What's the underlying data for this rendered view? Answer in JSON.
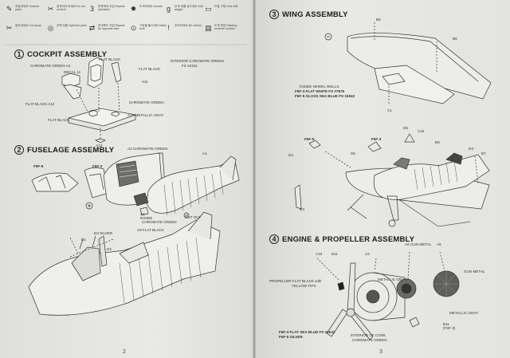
{
  "legend": {
    "items": [
      {
        "icon": "✎",
        "text": "조립하세요 Cement parts"
      },
      {
        "icon": "✂",
        "text": "접착하지 마세요 Do not cement"
      },
      {
        "icon": "3",
        "text": "반복하여 조립 Repeat operation"
      },
      {
        "icon": "✹",
        "text": "도색하세요 Decals"
      },
      {
        "icon": "g",
        "text": "무게 추를 넣으세요 Add weight"
      },
      {
        "icon": "▭",
        "text": "드릴 구멍 Hole drill"
      },
      {
        "icon": "✂",
        "text": "잘라내세요 Cut away"
      },
      {
        "icon": "◎",
        "text": "선택 부품 Optional parts"
      },
      {
        "icon": "⇄",
        "text": "반대쪽도 조립 Repeat for opposite side"
      },
      {
        "icon": "⊙",
        "text": "구멍을 뚫으세요 Make hole"
      },
      {
        "icon": "!",
        "text": "주의하세요 Be careful"
      },
      {
        "icon": "▤",
        "text": "도색 번호 Painting scheme number"
      }
    ]
  },
  "sections": {
    "s1": {
      "num": "1",
      "title": "COCKPIT ASSEMBLY"
    },
    "s2": {
      "num": "2",
      "title": "FUSELAGE ASSEMBLY"
    },
    "s3": {
      "num": "3",
      "title": "WING ASSEMBLY"
    },
    "s4": {
      "num": "4",
      "title": "ENGINE & PROPELLER ASSEMBLY"
    }
  },
  "labels": {
    "flat_black_1": "FLAT BLACK",
    "chromate_green_a4": "CHROMATE GREEN A4",
    "decal_11": "DECAL 11",
    "flat_black_2": "FLAT BLACK",
    "interior_chromate": "INTERIOR CHROMATE GREEN",
    "fs_34151": "FS 34151",
    "a11": "A11",
    "flat_black_a12": "FLAT BLACK A12",
    "chromate_green_3": "CHROMATE GREEN",
    "flat_black_3": "FLAT BLACK",
    "a14": "A14 METALLIC GRAY",
    "a13": "A13",
    "f6f5_1": "F6F-5",
    "f6f3_1": "F6F-3",
    "a2": "A2 CHROMATE GREEN",
    "a1": "A1",
    "a8": "A8",
    "inside": "INSIDE",
    "chromate_green_4": "CHROMATE GREEN",
    "cut_out": "CUT OUT",
    "a9": "A9 FLAT BLACK",
    "d1": "D1",
    "d3_silver": "D3 SILVER",
    "d2": "D2",
    "b5": "B5",
    "b6": "B6",
    "inside_wheel": "INSIDE WHEEL WELLS",
    "f6f3_flat": "F6F-3 FLAT WHITE  FS 37875",
    "f6f5_gloss": "F6F-5 GLOSS SEA BLUE  FS 15042",
    "c1": "C1",
    "d5": "D5",
    "a15": "A15",
    "f6f5_2": "F6F-5",
    "f6f3_2": "F6F-3",
    "b8": "B8",
    "d4": "D4",
    "d6": "D6",
    "d3": "D3",
    "b7": "B7",
    "d3b": "D3",
    "a10": "A10",
    "b11": "B11",
    "a3": "A3",
    "a6": "A6 GUN METAL",
    "a5": "A5",
    "prop_flat": "PROPELLER FLAT BLACK with",
    "yellow_tips": "YELLOW TIPS",
    "metallic_gray_1": "METALLIC GRAY",
    "gun_metal": "GUN METAL",
    "metallic_gray_2": "METALLIC GRAY",
    "b11b": "B11",
    "f6f3_b": "(F6F-3)",
    "f6f3_sea": "F6F-3 FLAT SEA BLUE  FS 35042",
    "f6f5_silver": "F6F-5 SILVER",
    "interior_cowl": "INTERIOR OF COWL",
    "chromate_green_5": "CHROMATE GREEN"
  },
  "pages": {
    "left": "2",
    "right": "3"
  }
}
